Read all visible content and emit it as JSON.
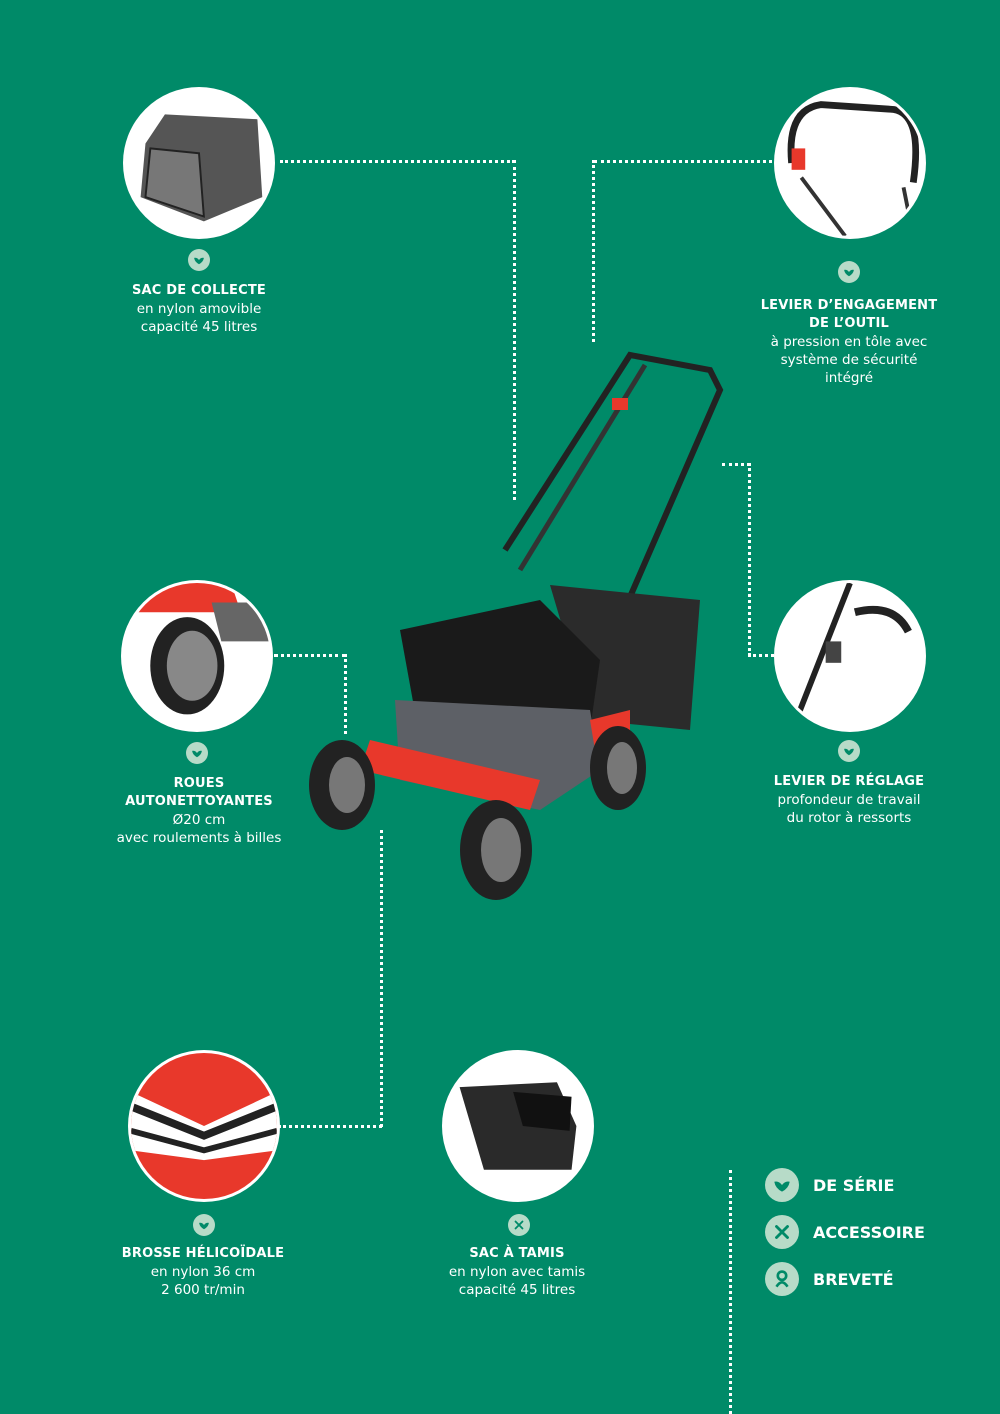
{
  "colors": {
    "background": "#008a68",
    "badge": "#b7dbc8",
    "accent_red": "#e8382b"
  },
  "features": [
    {
      "title": "SAC DE COLLECTE",
      "lines": [
        "en nylon amovible",
        "capacité 45 litres"
      ],
      "badge": "de-serie"
    },
    {
      "title": "LEVIER D’ENGAGEMENT DE L’OUTIL",
      "lines": [
        "à pression en tôle avec",
        "système de sécurité",
        "intégré"
      ],
      "badge": "de-serie"
    },
    {
      "title": "ROUES AUTONETTOYANTES",
      "lines": [
        "Ø20 cm",
        "avec roulements à billes"
      ],
      "badge": "de-serie"
    },
    {
      "title": "LEVIER DE RÉGLAGE",
      "lines": [
        "profondeur de travail",
        "du rotor à ressorts"
      ],
      "badge": "de-serie"
    },
    {
      "title": "BROSSE HÉLICOÏDALE",
      "lines": [
        "en nylon 36 cm",
        "2 600 tr/min"
      ],
      "badge": "de-serie"
    },
    {
      "title": "SAC À TAMIS",
      "lines": [
        "en nylon avec tamis",
        "capacité 45 litres"
      ],
      "badge": "accessoire"
    }
  ],
  "legend": [
    {
      "label": "DE SÉRIE",
      "icon": "de-serie-icon"
    },
    {
      "label": "ACCESSOIRE",
      "icon": "accessoire-icon"
    },
    {
      "label": "BREVETÉ",
      "icon": "brevete-icon"
    }
  ]
}
